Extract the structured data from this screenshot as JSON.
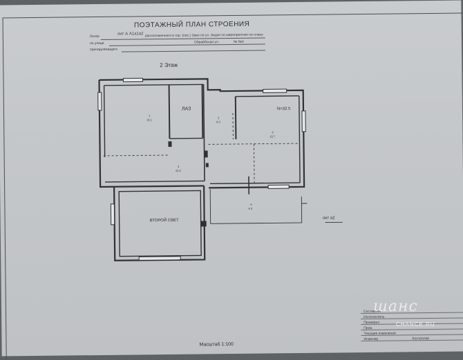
{
  "document": {
    "title": "ПОЭТАЖНЫЙ ПЛАН СТРОЕНИЯ",
    "header_line1_prefix": "Литер",
    "header_line1_value": "лит А А1а1а2",
    "header_line1_rest": "расположенного в гор. (пос.) Заво  по ул. Акции по мероприятию по плану",
    "header_line2_prefix": "по улице",
    "header_line2_value": "Обрайбская ул.",
    "header_line2_rest": "№ №4",
    "header_line3_prefix": "принадлежащего",
    "floor": "2 Этаж",
    "scale": "Масштаб 1:100"
  },
  "rooms": {
    "laz": "ЛАЗ",
    "n325": "N=32.5",
    "second_light": "ВТОРОЙ СВЕТ",
    "lit_a2": "лит а2",
    "area_1": "16.1",
    "area_2": "6.9",
    "area_3": "15.7",
    "area_4": "10.2",
    "area_5": "6.3",
    "num_1": "1",
    "num_2": "2",
    "num_3": "3",
    "num_4": "4",
    "num_5": "5"
  },
  "stamp": {
    "row1": "Составлен",
    "row2": "Исполнитель",
    "row3": "Проверил",
    "row4": "Пров.",
    "row5": "Текущее изменение",
    "row6": "Инженер",
    "row6b": "Контролер"
  },
  "watermark": {
    "logo": "шанс",
    "site": "CHANCE.RU"
  }
}
